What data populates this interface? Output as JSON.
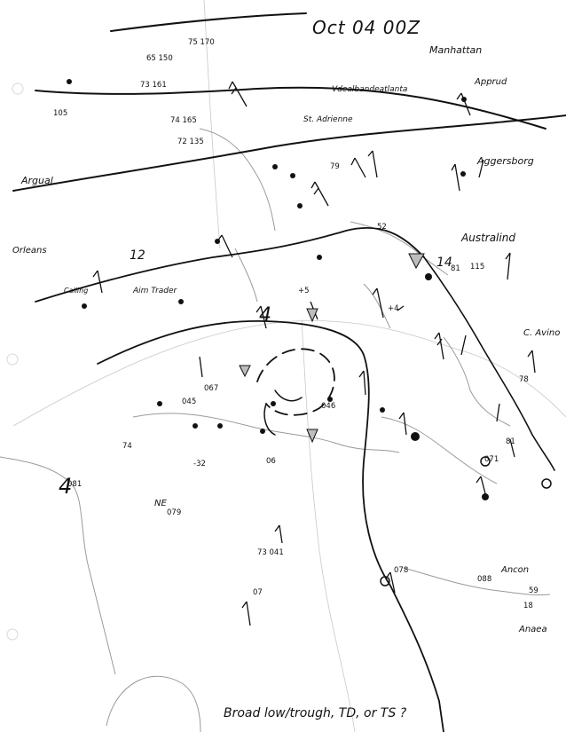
{
  "header": {
    "date_stamp": "Oct 04 00Z"
  },
  "footer": {
    "note": "Broad low/trough, TD, or TS ?"
  },
  "stations": [
    {
      "name": "Manhattan",
      "id": "st-manhattan"
    },
    {
      "name": "Vdealbandeatlanta",
      "id": "st-vdealba"
    },
    {
      "name": "Apprud",
      "id": "st-apprud"
    },
    {
      "name": "St. Adrienne",
      "id": "st-adrienne"
    },
    {
      "name": "Aggersborg",
      "id": "st-aggersborg"
    },
    {
      "name": "Australind",
      "id": "st-australind"
    },
    {
      "name": "Argual",
      "id": "st-argual"
    },
    {
      "name": "Orleans",
      "id": "st-orleans"
    },
    {
      "name": "Calling",
      "id": "st-calling"
    },
    {
      "name": "Aim Trader",
      "id": "st-aimtrader"
    },
    {
      "name": "C. Avino",
      "id": "st-cavino"
    },
    {
      "name": "Ancon",
      "id": "st-ancon"
    },
    {
      "name": "Anaea",
      "id": "st-anaea"
    },
    {
      "name": "NE",
      "id": "st-ne"
    }
  ],
  "observations": [
    "75 170",
    "65 150",
    "73 161",
    "74 165",
    "72 135",
    "79",
    "81",
    "115",
    "071",
    "067",
    "046",
    "045",
    "078",
    "079",
    "081",
    "088",
    "06",
    "105",
    "18",
    "-32",
    "+5",
    "+4",
    "07",
    "59",
    "81",
    "74",
    "78",
    "73 041",
    "52"
  ],
  "big_symbols": [
    "4",
    "4",
    "12",
    "14"
  ]
}
